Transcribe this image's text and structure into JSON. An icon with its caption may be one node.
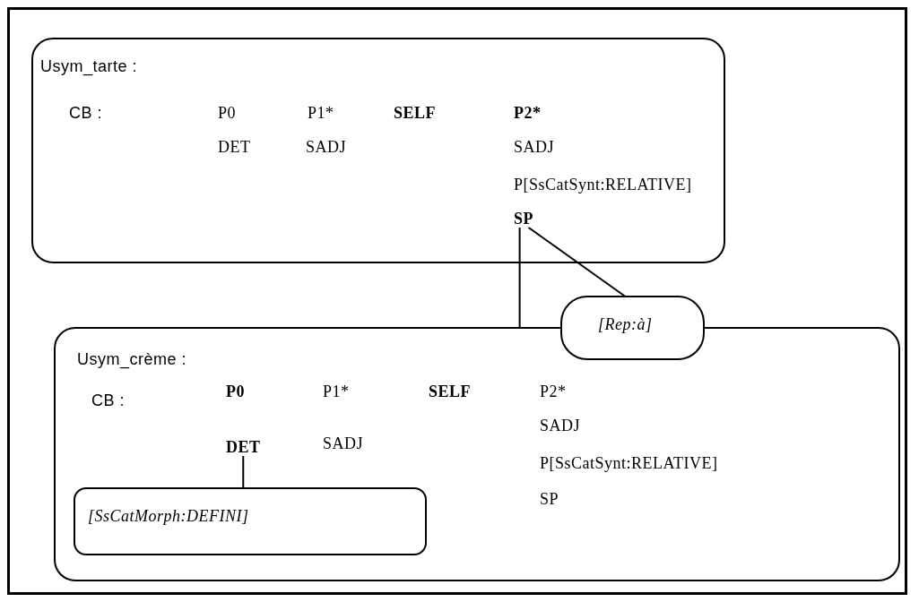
{
  "diagram": {
    "nodes": [
      {
        "text": [
          "Usym_tarte :",
          "CB :",
          "P0",
          "P1*",
          "SELF",
          "P2*",
          "DET",
          "SADJ",
          "SADJ",
          "P[SsCatSynt:RELATIVE]"
        ]
      },
      {
        "text": [
          "SP"
        ],
        "in": 0
      },
      {
        "text": [
          "[Rep:à]"
        ]
      },
      {
        "text": [
          "Usym_crème :",
          "CB :",
          "P0",
          "P1*",
          "SELF",
          "P2*",
          "SADJ",
          "SADJ",
          "P[SsCatSynt:RELATIVE]",
          "SP"
        ]
      },
      {
        "text": [
          "DET"
        ],
        "in": 3
      },
      {
        "text": [
          "[SsCatMorph:DEFINI]"
        ],
        "in": 3
      }
    ],
    "edges": [
      {
        "from": 1,
        "to": 3,
        "arrow": "none"
      },
      {
        "from": 1,
        "to": 2,
        "arrow": "none"
      },
      {
        "from": 4,
        "to": 5,
        "arrow": "none"
      }
    ]
  }
}
